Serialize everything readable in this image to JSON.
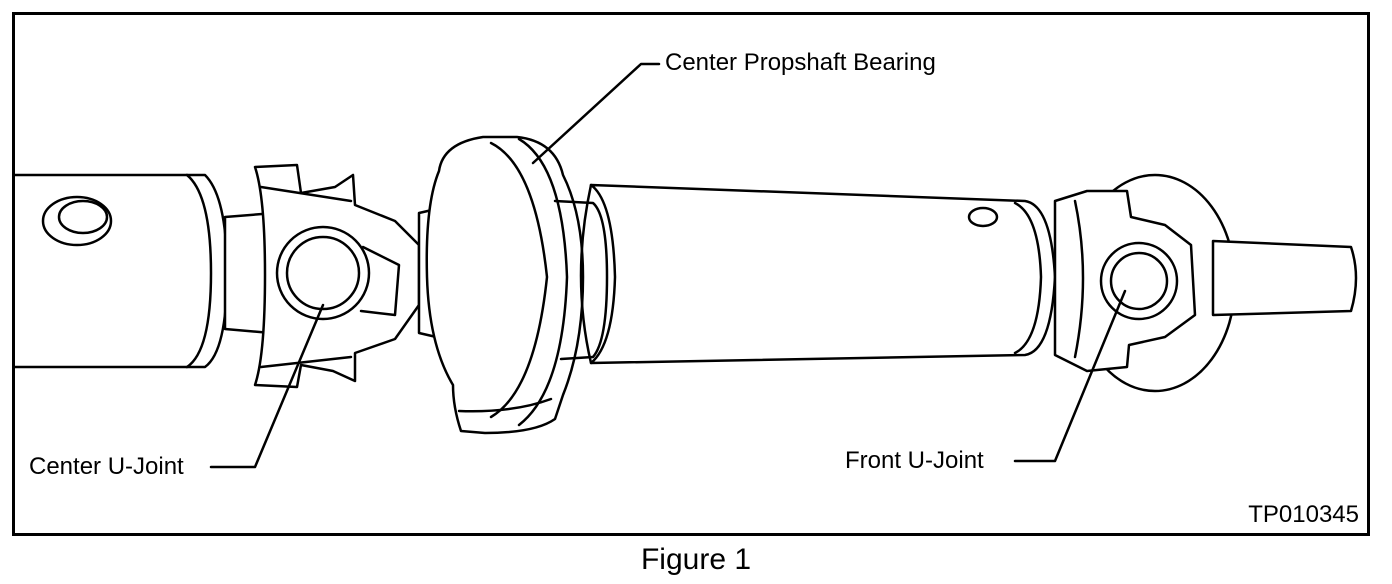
{
  "figure": {
    "caption": "Figure 1",
    "id_code": "TP010345",
    "callouts": {
      "center_bearing": "Center Propshaft Bearing",
      "center_ujoint": "Center U-Joint",
      "front_ujoint": "Front U-Joint"
    },
    "line_color": "#000000",
    "background": "#ffffff"
  }
}
